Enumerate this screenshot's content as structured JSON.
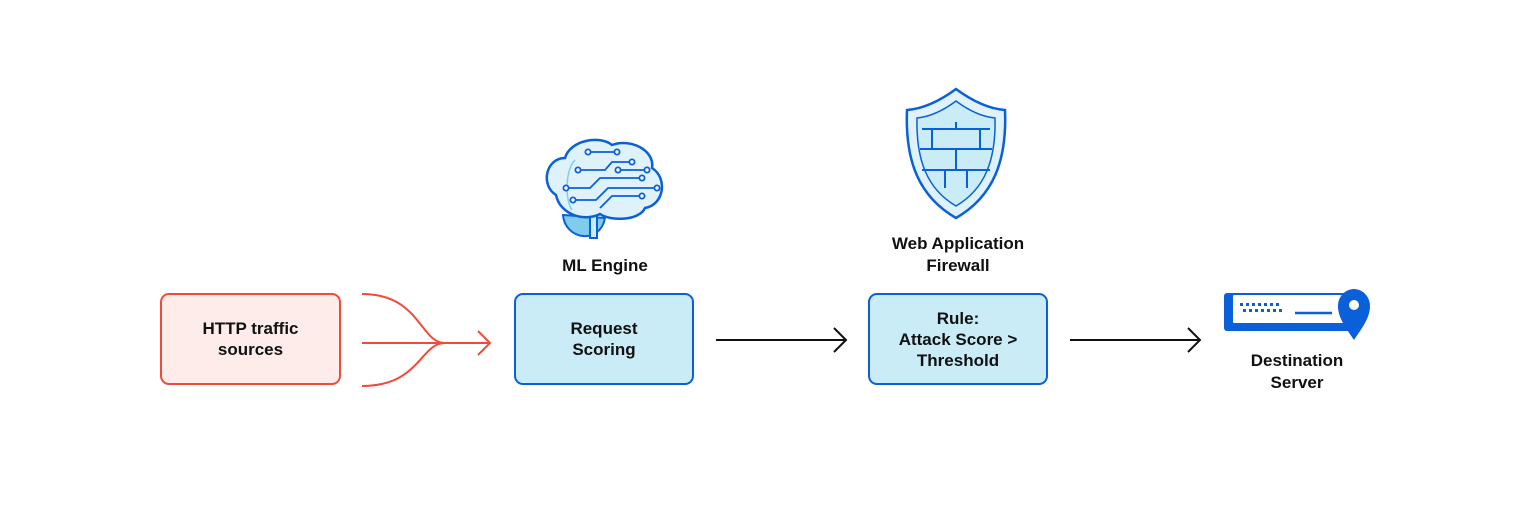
{
  "nodes": {
    "sources": {
      "label": "HTTP traffic\nsources"
    },
    "scoring": {
      "label": "Request\nScoring",
      "caption": "ML Engine"
    },
    "rule": {
      "label": "Rule:\nAttack Score >\nThreshold",
      "caption": "Web Application\nFirewall"
    },
    "destination": {
      "caption": "Destination\nServer"
    }
  },
  "icons": {
    "ml_engine": "brain-circuit-icon",
    "waf": "shield-firewall-icon",
    "destination": "server-location-icon"
  },
  "colors": {
    "traffic": "#ee4c3b",
    "traffic_fill": "#fdecea",
    "primary": "#0a60d8",
    "box_fill": "#c9ecf6",
    "arrow": "#111111"
  }
}
